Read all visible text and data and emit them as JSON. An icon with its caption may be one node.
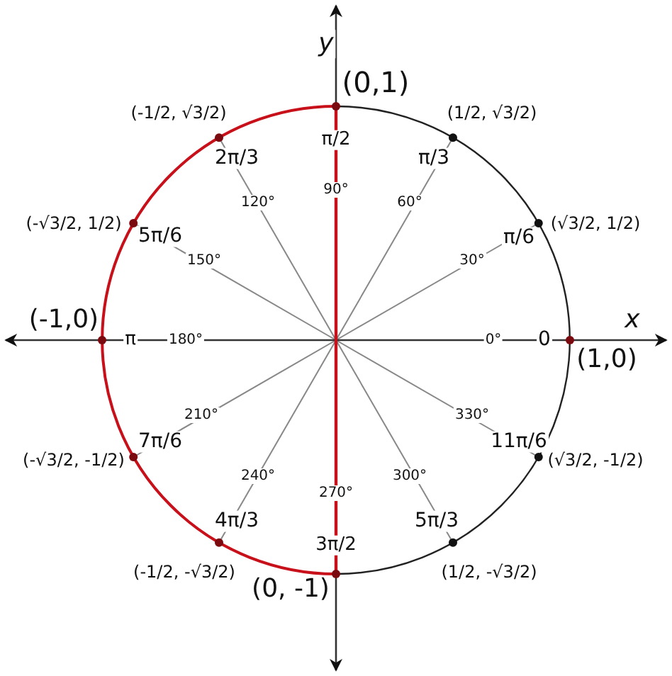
{
  "diagram": {
    "labels": [
      "y",
      "(0,1)",
      "(-1/2, √3/2)",
      "(1/2, √3/2)",
      "π/2",
      "2π/3",
      "π/3",
      "90°",
      "120°",
      "60°",
      "(-√3/2, 1/2)",
      "5π/6",
      "π/6",
      "(√3/2, 1/2)",
      "150°",
      "30°",
      "x",
      "(-1,0)",
      "π",
      "180°",
      "0°",
      "0",
      "(1,0)",
      "210°",
      "330°",
      "7π/6",
      "11π/6",
      "(-√3/2, -1/2)",
      "(√3/2, -1/2)",
      "240°",
      "300°",
      "4π/3",
      "5π/3",
      "(-1/2, -√3/2)",
      "(1/2, -√3/2)",
      "270°",
      "3π/2",
      "(0, -1)"
    ]
  }
}
